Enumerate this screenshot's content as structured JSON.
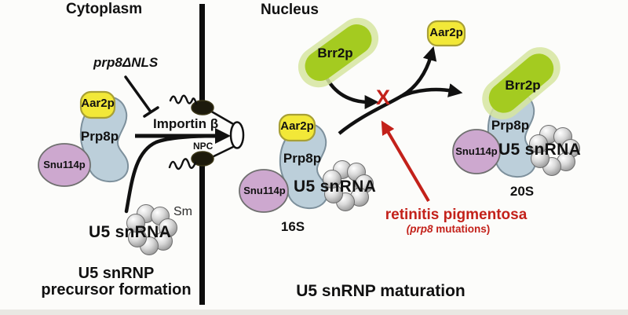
{
  "regions": {
    "cytoplasm": "Cytoplasm",
    "nucleus": "Nucleus"
  },
  "annotations": {
    "prp8_nls": "prp8ΔNLS",
    "importin_beta": "Importin β",
    "npc": "NPC",
    "sm": "Sm",
    "block_mark": "X"
  },
  "proteins": {
    "aar2p": "Aar2p",
    "prp8p": "Prp8p",
    "snu114p": "Snu114p",
    "brr2p": "Brr2p",
    "u5_snrna": "U5 snRNA"
  },
  "stages": {
    "s16": "16S",
    "s20": "20S"
  },
  "captions": {
    "precursor_line1": "U5 snRNP",
    "precursor_line2": "precursor formation",
    "maturation": "U5 snRNP maturation"
  },
  "disease": {
    "name": "retinitis pigmentosa",
    "detail_gene": "(prp8",
    "detail_rest": " mutations)"
  },
  "colors": {
    "aar2p_fill": "#f2e838",
    "prp8p_fill": "#bccfda",
    "snu114p_fill": "#cda8cf",
    "brr2p_fill": "#a4cb20",
    "brr2p_glow": "#d6e5a0",
    "disease_red": "#c3211a",
    "ink": "#111111"
  }
}
